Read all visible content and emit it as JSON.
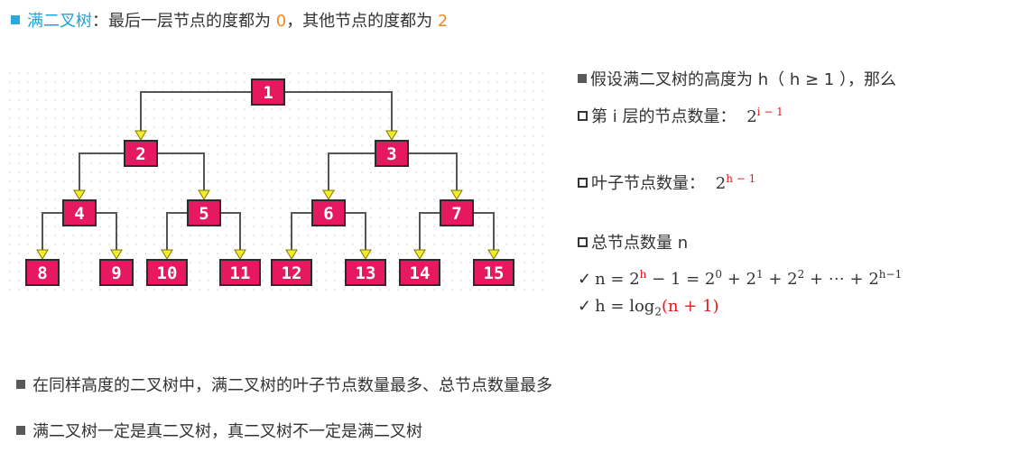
{
  "header": {
    "term": "满二叉树",
    "colon": "：",
    "desc_a": "最后一层节点的度都为 ",
    "leaf_degree": "0",
    "desc_b": "，其他节点的度都为 ",
    "internal_degree": "2"
  },
  "tree": {
    "nodes": [
      "1",
      "2",
      "3",
      "4",
      "5",
      "6",
      "7",
      "8",
      "9",
      "10",
      "11",
      "12",
      "13",
      "14",
      "15"
    ]
  },
  "formulas": {
    "assume": "假设满二叉树的高度为 h（ h ≥ 1 ），那么",
    "level_label": "第 i 层的节点数量：",
    "level_base": "2",
    "level_exp": "i − 1",
    "leaf_label": "叶子节点数量：",
    "leaf_base": "2",
    "leaf_exp": "h − 1",
    "total_label": "总节点数量 n",
    "check_mark": "✓",
    "n_lhs": "n = ",
    "n_base": "2",
    "n_exp": "h",
    "n_rest_a": " − 1 = 2",
    "n_sup0": "0",
    "n_plus1": " + 2",
    "n_sup1": "1",
    "n_plus2": " + 2",
    "n_sup2": "2",
    "n_plus3": " + ⋯ + 2",
    "n_sup_last": "h−1",
    "h_lhs": "h = log",
    "h_sub": "2",
    "h_arg": "(n + 1)"
  },
  "bullets": [
    "在同样高度的二叉树中，满二叉树的叶子节点数量最多、总节点数量最多",
    "满二叉树一定是真二叉树，真二叉树不一定是满二叉树"
  ],
  "colors": {
    "node_fill": "#e6185f",
    "arrow_fill": "#f4ee2a",
    "accent_blue": "#1ca3df",
    "accent_orange": "#f08a24",
    "formula_red": "#e8161c"
  }
}
